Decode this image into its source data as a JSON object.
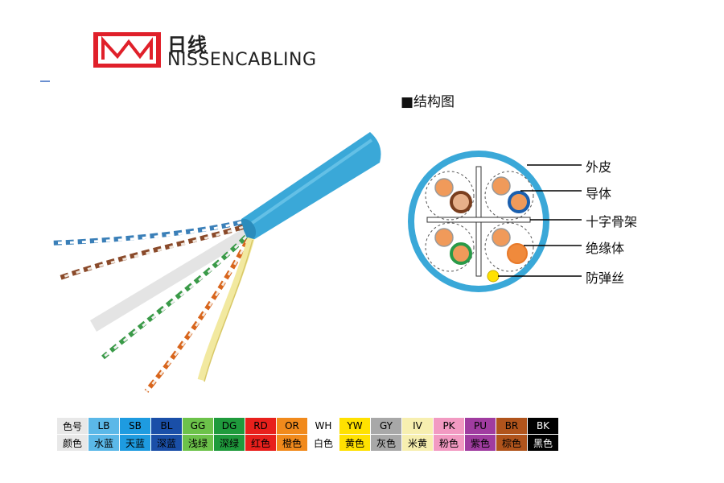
{
  "brand": {
    "cn": "日线",
    "en": "NISSENCABLING"
  },
  "structure": {
    "title": "■结构图",
    "labels": {
      "jacket": "外皮",
      "conductor": "导体",
      "separator": "十字骨架",
      "insulation": "绝缘体",
      "ripcord": "防弹丝"
    }
  },
  "colors": {
    "jacket": "#3aa8d8",
    "accent_red": "#e0202a"
  },
  "color_table": {
    "header_code": "色号",
    "header_name": "颜色",
    "items": [
      {
        "code": "LB",
        "name": "水蓝",
        "color": "#5bb8e8",
        "text": "#000000"
      },
      {
        "code": "SB",
        "name": "天蓝",
        "color": "#1e9be0",
        "text": "#000000"
      },
      {
        "code": "BL",
        "name": "深蓝",
        "color": "#1a4fa8",
        "text": "#000000"
      },
      {
        "code": "GG",
        "name": "浅绿",
        "color": "#6cc24a",
        "text": "#000000"
      },
      {
        "code": "DG",
        "name": "深绿",
        "color": "#1f9a3c",
        "text": "#000000"
      },
      {
        "code": "RD",
        "name": "红色",
        "color": "#e8201c",
        "text": "#000000"
      },
      {
        "code": "OR",
        "name": "橙色",
        "color": "#f18a1c",
        "text": "#000000"
      },
      {
        "code": "WH",
        "name": "白色",
        "color": "#ffffff",
        "text": "#000000"
      },
      {
        "code": "YW",
        "name": "黄色",
        "color": "#ffe100",
        "text": "#000000"
      },
      {
        "code": "GY",
        "name": "灰色",
        "color": "#a8a8a8",
        "text": "#000000"
      },
      {
        "code": "IV",
        "name": "米黄",
        "color": "#f7efb0",
        "text": "#000000"
      },
      {
        "code": "PK",
        "name": "粉色",
        "color": "#f29ac2",
        "text": "#000000"
      },
      {
        "code": "PU",
        "name": "紫色",
        "color": "#a03ca0",
        "text": "#000000"
      },
      {
        "code": "BR",
        "name": "棕色",
        "color": "#b0541c",
        "text": "#000000"
      },
      {
        "code": "BK",
        "name": "黑色",
        "color": "#000000",
        "text": "#ffffff"
      }
    ]
  }
}
